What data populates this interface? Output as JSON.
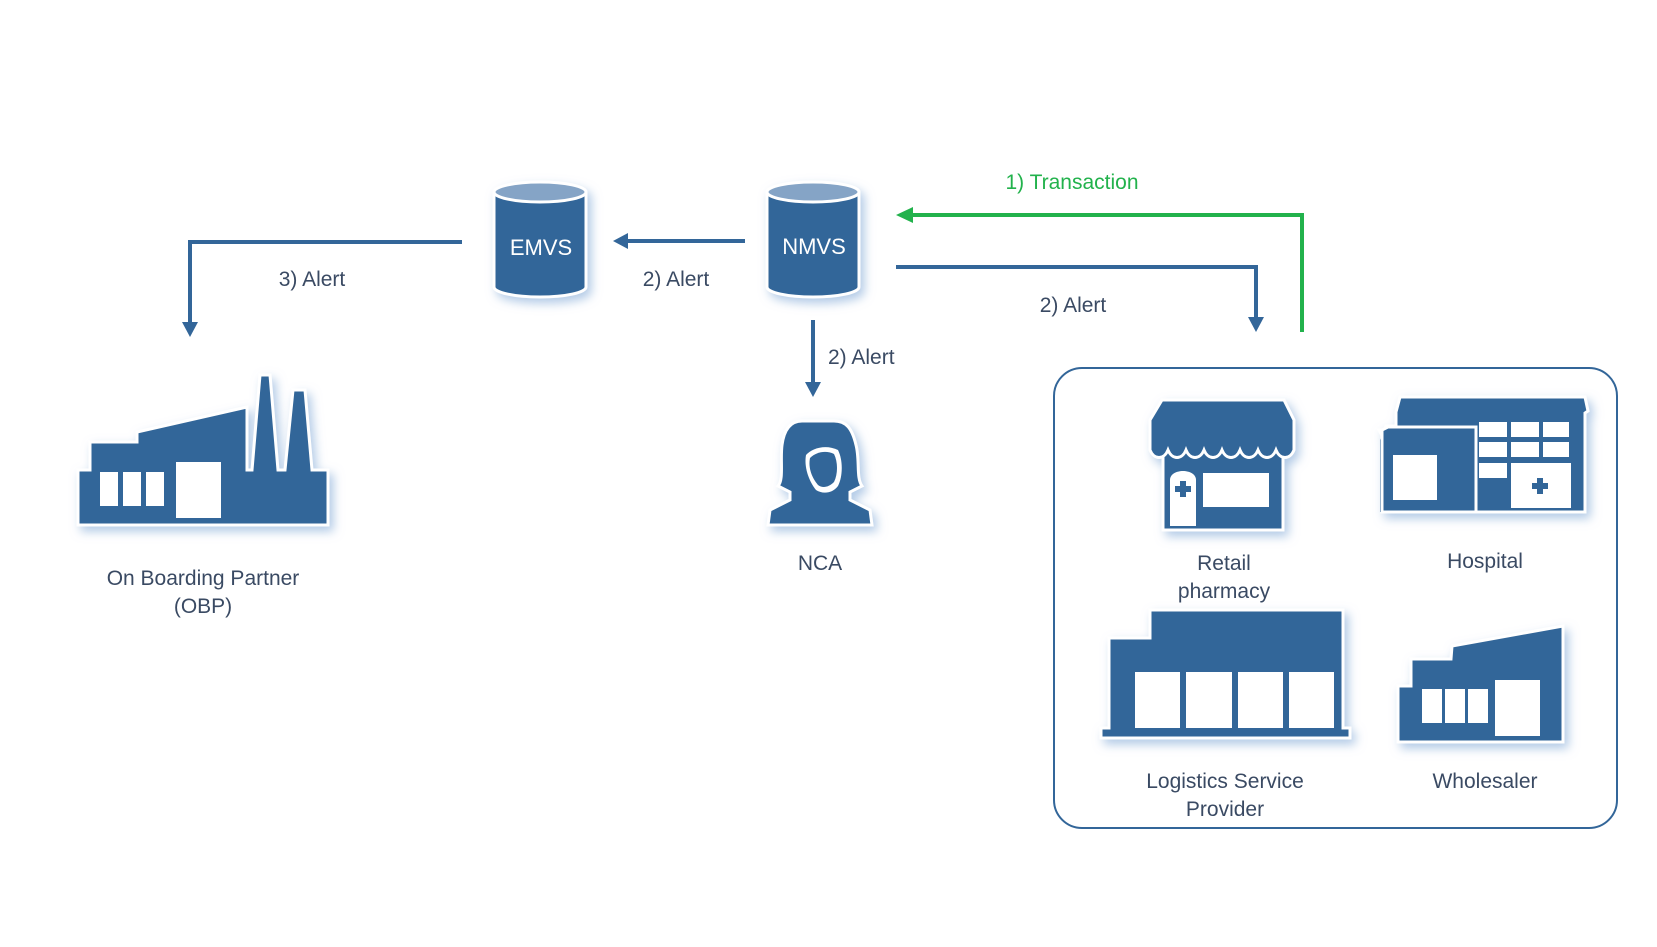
{
  "colors": {
    "primary": "#336699",
    "cylinder_top": "#85a4c6",
    "transaction": "#22b24c",
    "label_text": "#3a4a63",
    "background": "#ffffff"
  },
  "nodes": {
    "emvs": {
      "label": "EMVS",
      "icon": "database-icon"
    },
    "nmvs": {
      "label": "NMVS",
      "icon": "database-icon"
    },
    "obp": {
      "label_line1": "On Boarding Partner",
      "label_line2": "(OBP)",
      "icon": "factory-icon"
    },
    "nca": {
      "label": "NCA",
      "icon": "person-icon"
    },
    "retail": {
      "label_line1": "Retail",
      "label_line2": "pharmacy",
      "icon": "storefront-icon"
    },
    "hospital": {
      "label": "Hospital",
      "icon": "hospital-icon"
    },
    "logistics": {
      "label_line1": "Logistics Service",
      "label_line2": "Provider",
      "icon": "warehouse-icon"
    },
    "wholesaler": {
      "label": "Wholesaler",
      "icon": "factory-small-icon"
    }
  },
  "edges": {
    "transaction": {
      "label": "1) Transaction",
      "from": "end-users",
      "to": "NMVS"
    },
    "alert_nmvs_emvs": {
      "label": "2) Alert",
      "from": "NMVS",
      "to": "EMVS"
    },
    "alert_nmvs_nca": {
      "label": "2) Alert",
      "from": "NMVS",
      "to": "NCA"
    },
    "alert_nmvs_users": {
      "label": "2) Alert",
      "from": "NMVS",
      "to": "end-users"
    },
    "alert_emvs_obp": {
      "label": "3) Alert",
      "from": "EMVS",
      "to": "OBP"
    }
  }
}
